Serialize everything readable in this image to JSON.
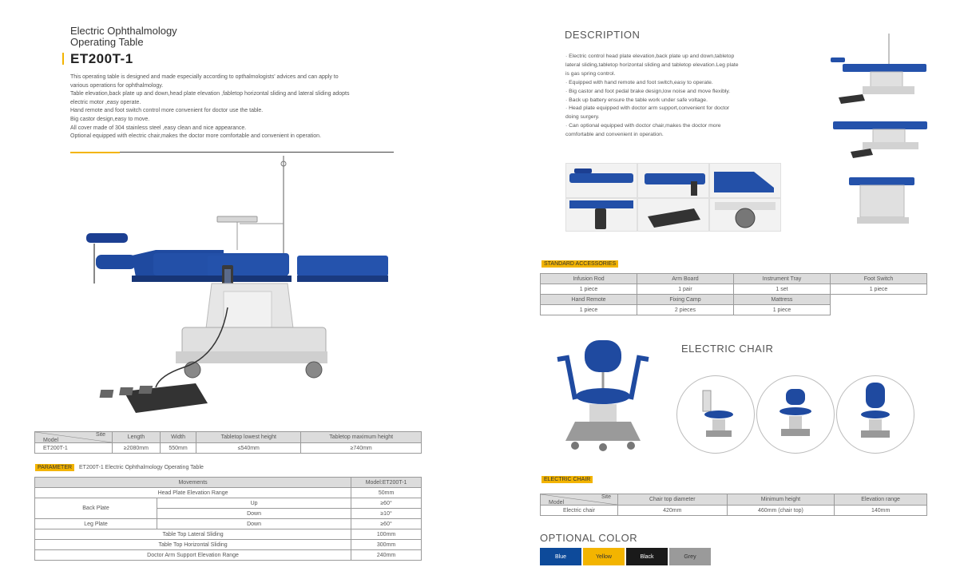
{
  "header": {
    "title_line1": "Electric Ophthalmology",
    "title_line2": "Operating Table",
    "model": "ET200T-1"
  },
  "intro": [
    "This operating table is designed and made especially according to opthalmologists'  advices and can apply to",
    "various operations for ophthalmology.",
    "Table elevation,back plate up and down,head plate elevation ,fabletop horizontal sliding and lateral sliding adopts",
    "electric motor ,easy operate.",
    "Hand remote and foot switch control more convenient for doctor use the table.",
    "Big castor design,easy to move.",
    "All cover made of 304 stainless steel ,easy clean and nice appearance.",
    "Optional equipped with electric chair,makes the doctor more comfortable and convenient in operation."
  ],
  "size_table": {
    "corner_top": "Site",
    "corner_bottom": "Model",
    "headers": [
      "Length",
      "Width",
      "Tabletop lowest height",
      "Tabletop maximum height"
    ],
    "row": [
      "ET200T-1",
      "≥2080mm",
      "550mm",
      "≤540mm",
      "≥740mm"
    ]
  },
  "parameter": {
    "tag": "PARAMETER",
    "caption": "ET200T-1  Electric Ophthalmology Operating Table",
    "col_headers": [
      "Movements",
      "Model:ET200T-1"
    ],
    "rows": [
      {
        "name": "Head Plate Elevation Range",
        "sub": "",
        "value": "50mm"
      },
      {
        "name": "Back Plate",
        "sub": "Up",
        "value": "≥60°"
      },
      {
        "name": "",
        "sub": "Down",
        "value": "≥10°"
      },
      {
        "name": "Leg Plate",
        "sub": "Down",
        "value": "≥60°"
      },
      {
        "name": "Table Top Lateral Sliding",
        "sub": "",
        "value": "100mm"
      },
      {
        "name": "Table Top Horizontal Sliding",
        "sub": "",
        "value": "300mm"
      },
      {
        "name": "Doctor Arm Support Elevation Range",
        "sub": "",
        "value": "240mm"
      }
    ]
  },
  "description": {
    "title": "DESCRIPTION",
    "items": [
      "·  Electric control head plate elevation,back plate up and down,tabletop",
      "    lateral sliding,tabletop horizontal sliding and tabletop elevation.Leg plate",
      "    is gas spring control.",
      "·  Equipped with hand remote and foot switch,easy to operate.",
      "·  Big castor and foot pedal brake design,low noise and move flexibly.",
      "·  Back up battery ensure the table work under safe voltage.",
      "·  Head plate equipped with doctor arm support,convenient for doctor",
      "    doing surgery.",
      "·  Can optional equipped with doctor chair,makes the doctor more",
      "    comfortable and convenient in operation."
    ]
  },
  "accessories": {
    "tag": "STANDARD ACCESSORIES",
    "rows": [
      [
        "Infusion Rod",
        "Arm Board",
        "Instrument Tray",
        "Foot Switch"
      ],
      [
        "1 piece",
        "1 pair",
        "1 set",
        "1 piece"
      ],
      [
        "Hand Remote",
        "Fixing Camp",
        "Mattress",
        ""
      ],
      [
        "1 piece",
        "2 pieces",
        "1 piece",
        ""
      ]
    ]
  },
  "chair": {
    "title": "ELECTRIC CHAIR",
    "tag": "ELECTRIC CHAIR",
    "corner_top": "Site",
    "corner_bottom": "Model",
    "headers": [
      "Chair top diameter",
      "Minimum height",
      "Elevation range"
    ],
    "row": [
      "Electric chair",
      "420mm",
      "460mm  (chair top)",
      "140mm"
    ]
  },
  "colors": {
    "title": "OPTIONAL COLOR",
    "options": [
      {
        "label": "Blue",
        "hex": "#0d4a9a",
        "text": "#ffffff"
      },
      {
        "label": "Yellow",
        "hex": "#f3b400",
        "text": "#333333"
      },
      {
        "label": "Black",
        "hex": "#1a1a1a",
        "text": "#ffffff"
      },
      {
        "label": "Grey",
        "hex": "#9a9a9a",
        "text": "#333333"
      }
    ]
  }
}
